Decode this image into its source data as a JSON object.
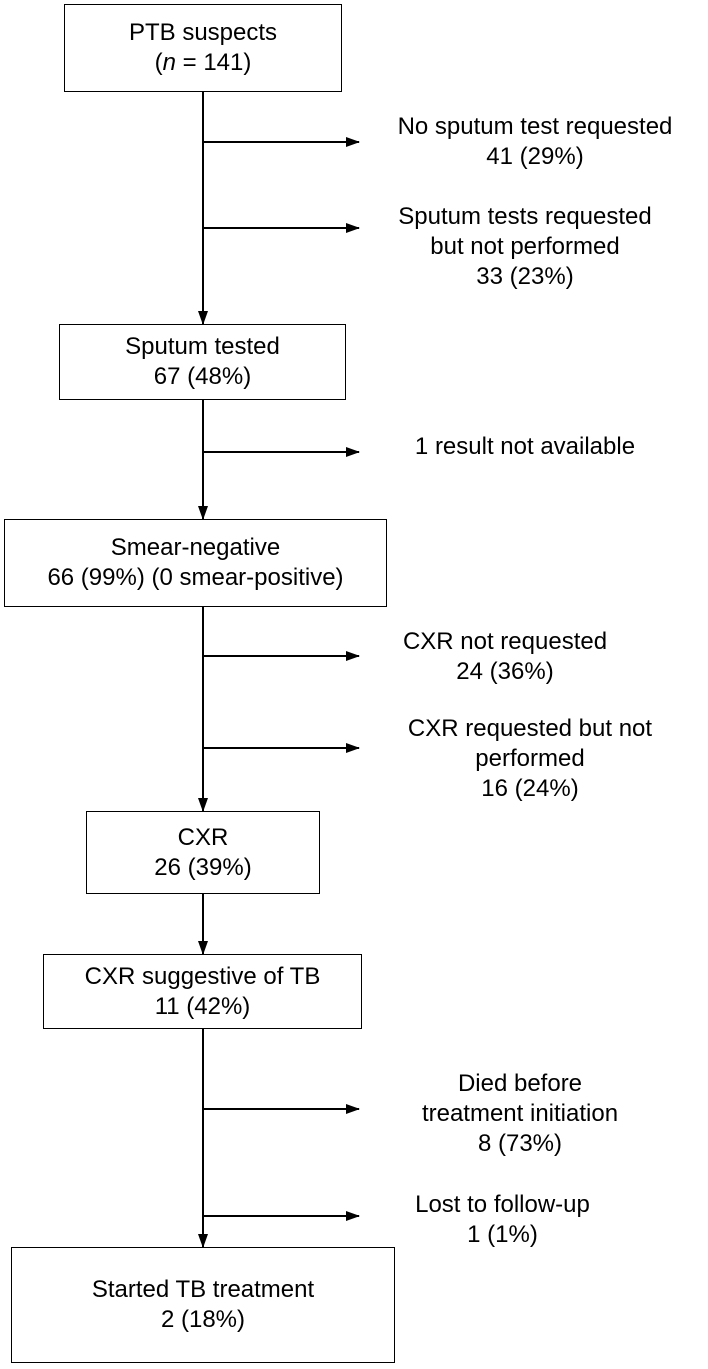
{
  "boxes": {
    "ptb_suspects": {
      "line1": "PTB suspects",
      "n_label": "n",
      "n_rest": " = 141"
    },
    "sputum_tested": {
      "line1": "Sputum tested",
      "line2": "67 (48%)"
    },
    "smear_negative": {
      "line1": "Smear-negative",
      "line2": "66 (99%) (0 smear-positive)"
    },
    "cxr": {
      "line1": "CXR",
      "line2": "26 (39%)"
    },
    "cxr_suggestive": {
      "line1": "CXR suggestive of TB",
      "line2": "11 (42%)"
    },
    "started_treatment": {
      "line1": "Started TB treatment",
      "line2": "2 (18%)"
    }
  },
  "exclusions": {
    "no_sputum_test": {
      "line1": "No sputum test requested",
      "line2": "41 (29%)"
    },
    "sputum_not_performed": {
      "line1": "Sputum tests requested",
      "line2": "but not performed",
      "line3": "33 (23%)"
    },
    "result_not_available": {
      "line1": "1 result not available"
    },
    "cxr_not_requested": {
      "line1": "CXR not requested",
      "line2": "24 (36%)"
    },
    "cxr_not_performed": {
      "line1": "CXR requested but not",
      "line2": "performed",
      "line3": "16 (24%)"
    },
    "died_before_treatment": {
      "line1": "Died before",
      "line2": "treatment initiation",
      "line3": "8 (73%)"
    },
    "lost_to_followup": {
      "line1": "Lost to follow-up",
      "line2": "1 (1%)"
    }
  }
}
